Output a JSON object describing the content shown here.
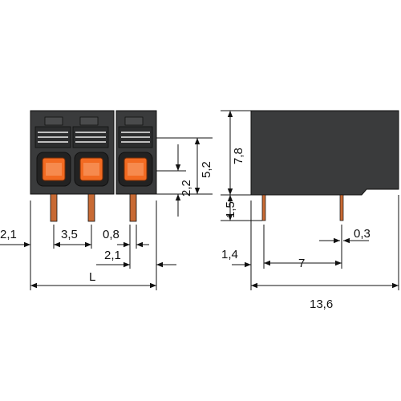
{
  "colors": {
    "housing": "#3a3b3c",
    "housing_dark": "#2c2d2e",
    "actuator": "#f26a21",
    "pin": "#c86a34",
    "line": "#111111",
    "background": "#ffffff"
  },
  "front_view": {
    "dimensions": {
      "overhang_left": "2,1",
      "pitch": "3,5",
      "pin_width": "0,8",
      "pin_offset": "2,1",
      "length": "L",
      "height_total": "5,2",
      "height_lower": "2,2"
    }
  },
  "side_view": {
    "dimensions": {
      "height": "7,8",
      "pin_length": "1,5",
      "pin_inset": "1,4",
      "pin_spacing": "7",
      "pin_thickness": "0,3",
      "depth": "13,6"
    }
  }
}
